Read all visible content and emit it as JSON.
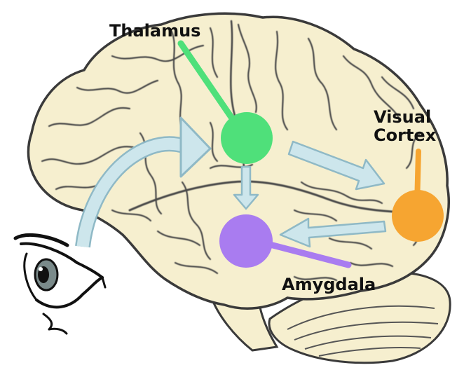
{
  "labels": {
    "thalamus": "Thalamus",
    "visual_cortex_line1": "Visual",
    "visual_cortex_line2": "Cortex",
    "amygdala": "Amygdala"
  },
  "colors": {
    "background": "#ffffff",
    "brain_fill": "#f6efcf",
    "brain_outline": "#3a3a3a",
    "thalamus": "#4fe07a",
    "visual_cortex": "#f6a531",
    "amygdala": "#a97cf0",
    "arrow_fill": "#cde6ec",
    "arrow_stroke": "#8fb9c6"
  },
  "icons": {
    "eye": "eye-icon",
    "brain": "brain-illustration"
  }
}
